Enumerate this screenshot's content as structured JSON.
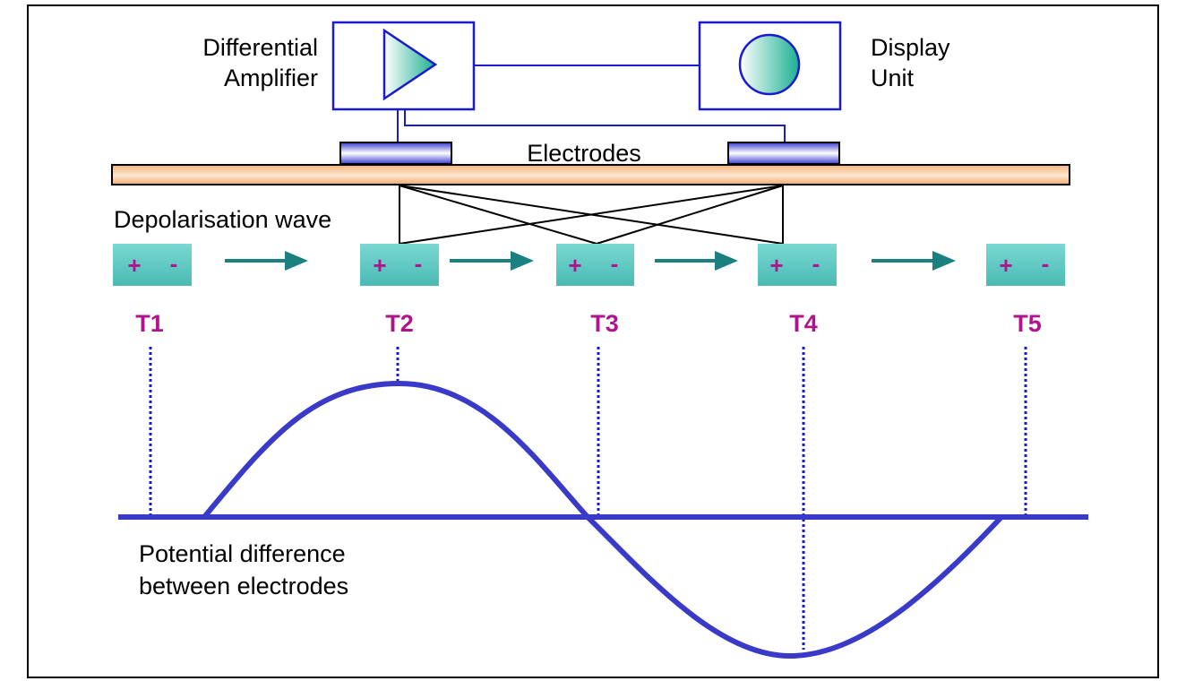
{
  "labels": {
    "amplifier_line1": "Differential",
    "amplifier_line2": "Amplifier",
    "display_line1": "Display",
    "display_line2": "Unit",
    "electrodes": "Electrodes",
    "wave": "Depolarisation wave",
    "potential_line1": "Potential difference",
    "potential_line2": "between electrodes"
  },
  "dipole": {
    "plus": "+",
    "minus": "-"
  },
  "times": [
    "T1",
    "T2",
    "T3",
    "T4",
    "T5"
  ],
  "colors": {
    "outline": "#1a1ad0",
    "wave": "#3a3ac8",
    "dipole_fill": "#66cdc8",
    "sign": "#b0148c",
    "time_label": "#b0148c",
    "arrow": "#1a8080",
    "tissue": "#f7c79a"
  },
  "icons": {
    "amplifier": "triangle-amplifier-icon",
    "display": "circle-display-icon"
  }
}
